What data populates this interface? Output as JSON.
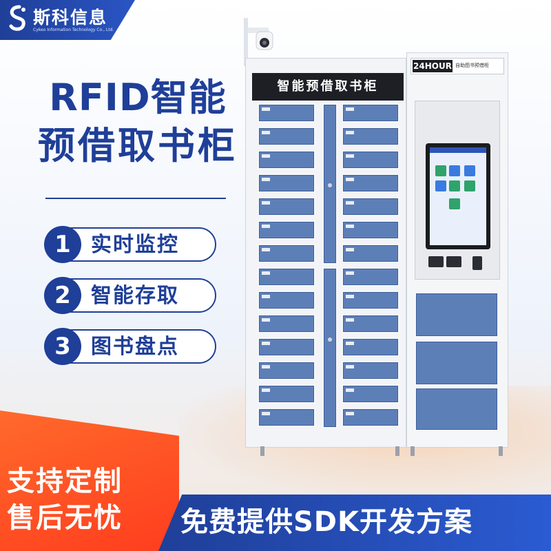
{
  "brand": {
    "name": "斯科信息",
    "subtitle": "Cykeo Information Technology Co., Ltd."
  },
  "headline": {
    "line1": "RFID智能",
    "line2": "预借取书柜"
  },
  "features": [
    {
      "num": "1",
      "label": "实时监控"
    },
    {
      "num": "2",
      "label": "智能存取"
    },
    {
      "num": "3",
      "label": "图书盘点"
    }
  ],
  "slogans": {
    "left_line1": "支持定制",
    "left_line2": "售后无忧",
    "right": "免费提供SDK开发方案"
  },
  "cabinet": {
    "sign": "智能预借取书柜",
    "hour_badge": "24HOUR",
    "hour_text": "自助图书预借柜"
  },
  "colors": {
    "brand_blue": "#1f3f98",
    "accent_orange": "#ff4a22",
    "door_blue": "#5d7fb8"
  }
}
